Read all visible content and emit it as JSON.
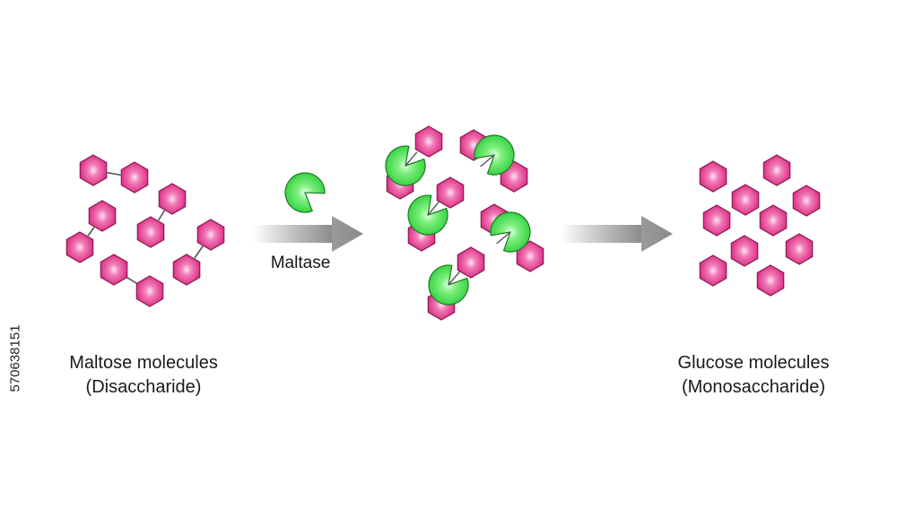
{
  "maltose": {
    "line1": "Maltose molecules",
    "line2": "(Disaccharide)"
  },
  "enzyme": {
    "label": "Maltase"
  },
  "glucose": {
    "line1": "Glucose molecules",
    "line2": "(Monosaccharide)"
  },
  "watermark_id": "570638151",
  "colors": {
    "sugar_fill": "#e3388f",
    "sugar_highlight": "#ffd9ec",
    "sugar_edge": "#8a1c52",
    "enzyme_fill": "#39d94a",
    "enzyme_highlight": "#dcffdc",
    "enzyme_edge": "#1d7a24",
    "arrow": "#8d8d8d"
  }
}
